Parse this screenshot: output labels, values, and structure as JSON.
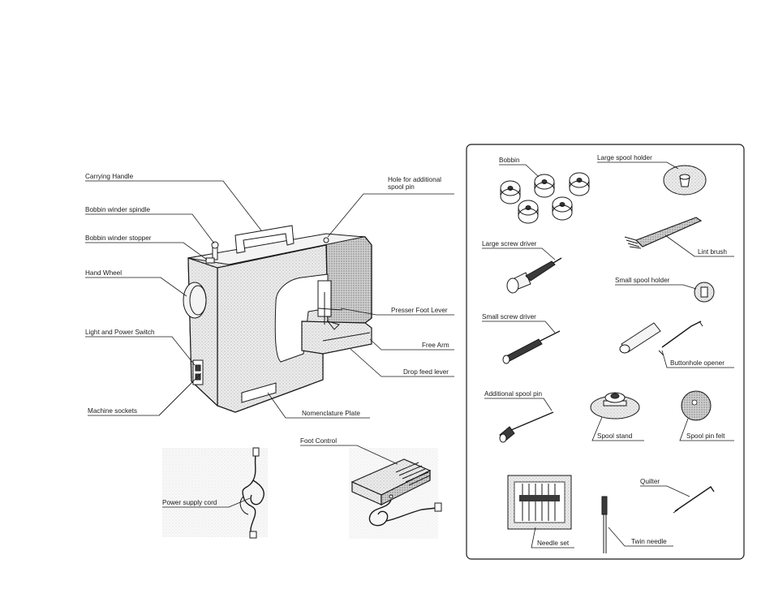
{
  "machine_labels": {
    "carrying_handle": "Carrying Handle",
    "bobbin_winder_spindle": "Bobbin winder spindle",
    "bobbin_winder_stopper": "Bobbin winder stopper",
    "hand_wheel": "Hand Wheel",
    "light_power_switch": "Light and Power Switch",
    "machine_sockets": "Machine sockets",
    "hole_line1": "Hole for additional",
    "hole_line2": "spool pin",
    "presser_foot_lever": "Presser Foot Lever",
    "free_arm": "Free Arm",
    "drop_feed_lever": "Drop feed lever",
    "nomenclature_plate": "Nomenclature Plate",
    "foot_control": "Foot Control",
    "power_supply_cord": "Power supply cord"
  },
  "accessory_labels": {
    "bobbin": "Bobbin",
    "large_spool_holder": "Large spool holder",
    "large_screw_driver": "Large screw driver",
    "lint_brush": "Lint brush",
    "small_spool_holder": "Small spool holder",
    "small_screw_driver": "Small screw driver",
    "buttonhole_opener": "Buttonhole opener",
    "additional_spool_pin": "Additional spool pin",
    "spool_stand": "Spool stand",
    "spool_pin_felt": "Spool pin felt",
    "quilter": "Quilter",
    "needle_set": "Needle set",
    "twin_needle": "Twin needle"
  }
}
